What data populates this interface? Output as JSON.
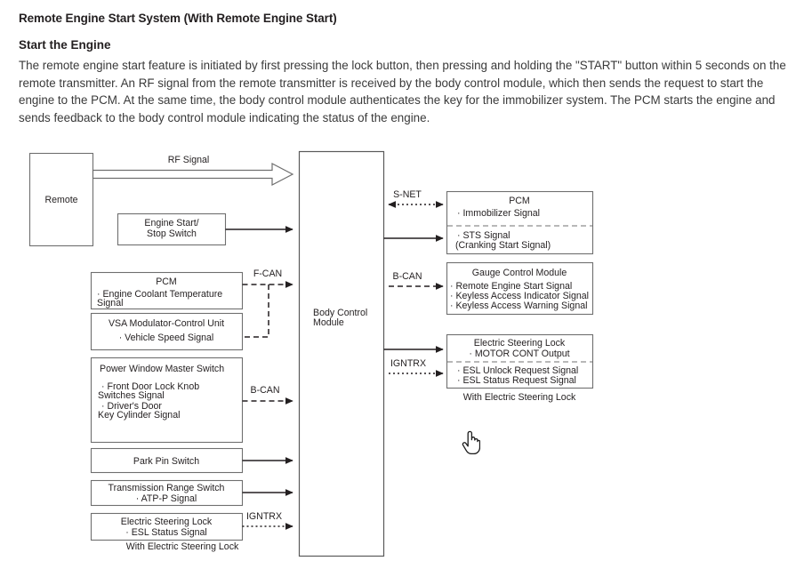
{
  "page_title": "Remote Engine Start System (With Remote Engine Start)",
  "section_title": "Start the Engine",
  "paragraph": "The remote engine start feature is initiated by first pressing the lock button, then pressing and holding the \"START\" button within 5 seconds on the remote transmitter. An RF signal from the remote transmitter is received by the body control module, which then sends the request to start the engine to the PCM. At the same time, the body control module authenticates the key for the immobilizer system. The PCM starts the engine and sends feedback to the body control module indicating the status of the engine.",
  "diagram": {
    "remote_box": {
      "label": "Remote"
    },
    "rf_arrow": {
      "label": "RF Signal"
    },
    "engine_start_switch": {
      "line1": "Engine Start/",
      "line2": "Stop Switch"
    },
    "bcm": {
      "line1": "Body Control",
      "line2": "Module"
    },
    "left_boxes": [
      {
        "name": "pcm-left",
        "title": "PCM",
        "lines": [
          "· Engine Coolant Temperature",
          "Signal"
        ],
        "connector_label": "F-CAN",
        "connector_style": "dashed"
      },
      {
        "name": "vsa-modulator",
        "title": "VSA Modulator-Control Unit",
        "lines": [
          "· Vehicle Speed Signal"
        ],
        "connector_label": "",
        "connector_style": "dashed"
      },
      {
        "name": "power-window-master-switch",
        "title": "Power Window Master Switch",
        "lines": [
          "· Front Door Lock Knob",
          "Switches Signal",
          "· Driver's Door",
          "Key Cylinder Signal"
        ],
        "connector_label": "B-CAN",
        "connector_style": "dashed"
      },
      {
        "name": "park-pin-switch",
        "title": "Park Pin Switch",
        "lines": [],
        "connector_label": "",
        "connector_style": "solid"
      },
      {
        "name": "transmission-range-switch",
        "title": "Transmission Range Switch",
        "lines": [
          "· ATP-P Signal"
        ],
        "connector_label": "",
        "connector_style": "solid"
      },
      {
        "name": "electric-steering-lock-left",
        "title": "Electric Steering Lock",
        "lines": [
          "· ESL Status Signal"
        ],
        "connector_label": "IGNTRX",
        "connector_style": "dotted"
      }
    ],
    "left_footnote": "With Electric Steering Lock",
    "right_boxes": [
      {
        "name": "pcm-right",
        "title": "PCM",
        "upper_lines": [
          "· Immobilizer Signal"
        ],
        "lower_lines": [
          "· STS Signal",
          "(Cranking Start Signal)"
        ],
        "connector_label_upper": "S-NET",
        "connector_style_upper": "dotted-bidirectional",
        "connector_label_lower": "",
        "connector_style_lower": "solid"
      },
      {
        "name": "gauge-control-module",
        "title": "Gauge Control Module",
        "upper_lines": [
          "· Remote Engine Start Signal",
          "· Keyless Access Indicator Signal",
          "· Keyless Access Warning Signal"
        ],
        "lower_lines": [],
        "connector_label_upper": "B-CAN",
        "connector_style_upper": "dashed",
        "connector_label_lower": "",
        "connector_style_lower": ""
      },
      {
        "name": "electric-steering-lock-right",
        "title": "Electric Steering Lock",
        "upper_lines": [
          "· MOTOR CONT Output"
        ],
        "lower_lines": [
          "· ESL Unlock Request Signal",
          "· ESL Status Request Signal"
        ],
        "connector_label_upper": "",
        "connector_style_upper": "solid",
        "connector_label_lower": "IGNTRX",
        "connector_style_lower": "dotted"
      }
    ],
    "right_footnote": "With Electric Steering Lock"
  },
  "cursor": {
    "type": "pointer-hand"
  }
}
